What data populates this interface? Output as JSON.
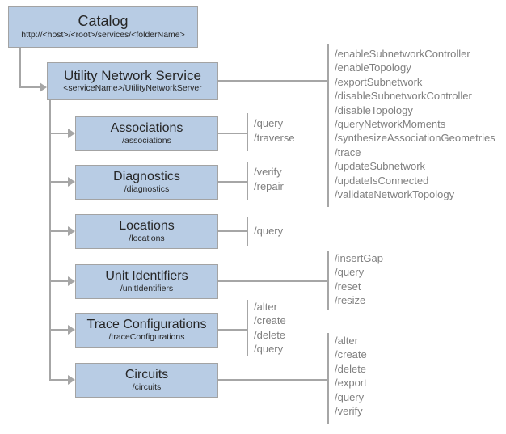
{
  "colors": {
    "box_fill": "#b8cce4",
    "box_border": "#a3a3a3",
    "line": "#a6a6a6",
    "operation_text": "#7f7f7f",
    "node_text": "#262626",
    "background": "#ffffff"
  },
  "nodes": {
    "catalog": {
      "title": "Catalog",
      "subtitle": "http://<host>/<root>/services/<folderName>"
    },
    "utility_network_service": {
      "title": "Utility Network Service",
      "subtitle": "<serviceName>/UtilityNetworkServer"
    },
    "associations": {
      "title": "Associations",
      "subtitle": "/associations"
    },
    "diagnostics": {
      "title": "Diagnostics",
      "subtitle": "/diagnostics"
    },
    "locations": {
      "title": "Locations",
      "subtitle": "/locations"
    },
    "unit_identifiers": {
      "title": "Unit Identifiers",
      "subtitle": "/unitIdentifiers"
    },
    "trace_configurations": {
      "title": "Trace Configurations",
      "subtitle": "/traceConfigurations"
    },
    "circuits": {
      "title": "Circuits",
      "subtitle": "/circuits"
    }
  },
  "operations": {
    "utility_network_service": [
      "/enableSubnetworkController",
      "/enableTopology",
      "/exportSubnetwork",
      "/disableSubnetworkController",
      "/disableTopology",
      "/queryNetworkMoments",
      "/synthesizeAssociationGeometries",
      "/trace",
      "/updateSubnetwork",
      "/updateIsConnected",
      "/validateNetworkTopology"
    ],
    "associations": [
      "/query",
      "/traverse"
    ],
    "diagnostics": [
      "/verify",
      "/repair"
    ],
    "locations": [
      "/query"
    ],
    "unit_identifiers": [
      "/insertGap",
      "/query",
      "/reset",
      "/resize"
    ],
    "trace_configurations": [
      "/alter",
      "/create",
      "/delete",
      "/query"
    ],
    "circuits": [
      "/alter",
      "/create",
      "/delete",
      "/export",
      "/query",
      "/verify"
    ]
  }
}
